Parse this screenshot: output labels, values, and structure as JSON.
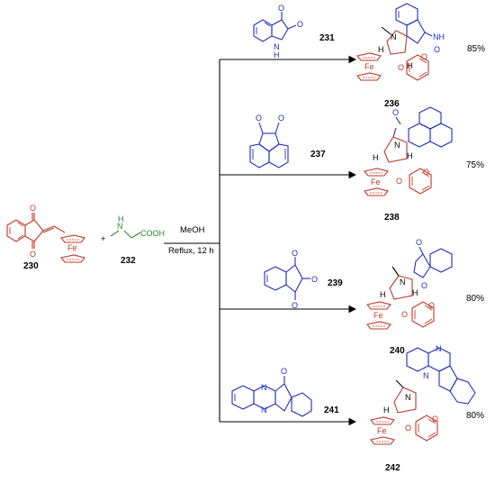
{
  "reactants": {
    "indanedione": {
      "label": "230",
      "fe": "Fe"
    },
    "glycine": {
      "label": "232",
      "acid": "COOH",
      "nh": "H",
      "n": "N"
    },
    "plus": "+"
  },
  "conditions": {
    "solvent": "MeOH",
    "temp_time": "Reflux, 12 h"
  },
  "branches": [
    {
      "dipolarophile": "231",
      "product": "236",
      "yield": "85%",
      "nh": "NH",
      "h": "H",
      "o": "O",
      "n": "N",
      "fe": "Fe"
    },
    {
      "dipolarophile": "237",
      "product": "238",
      "yield": "75%",
      "h": "H",
      "o": "O",
      "n": "N",
      "fe": "Fe"
    },
    {
      "dipolarophile": "239",
      "product": "240",
      "yield": "80%",
      "h": "H",
      "o": "O",
      "n": "N",
      "fe": "Fe"
    },
    {
      "dipolarophile": "241",
      "product": "242",
      "yield": "80%",
      "h": "H",
      "o": "O",
      "n": "N",
      "fe": "Fe"
    }
  ],
  "atoms": {
    "O": "O",
    "N": "N",
    "H": "H",
    "NH": "NH",
    "Fe": "Fe"
  }
}
